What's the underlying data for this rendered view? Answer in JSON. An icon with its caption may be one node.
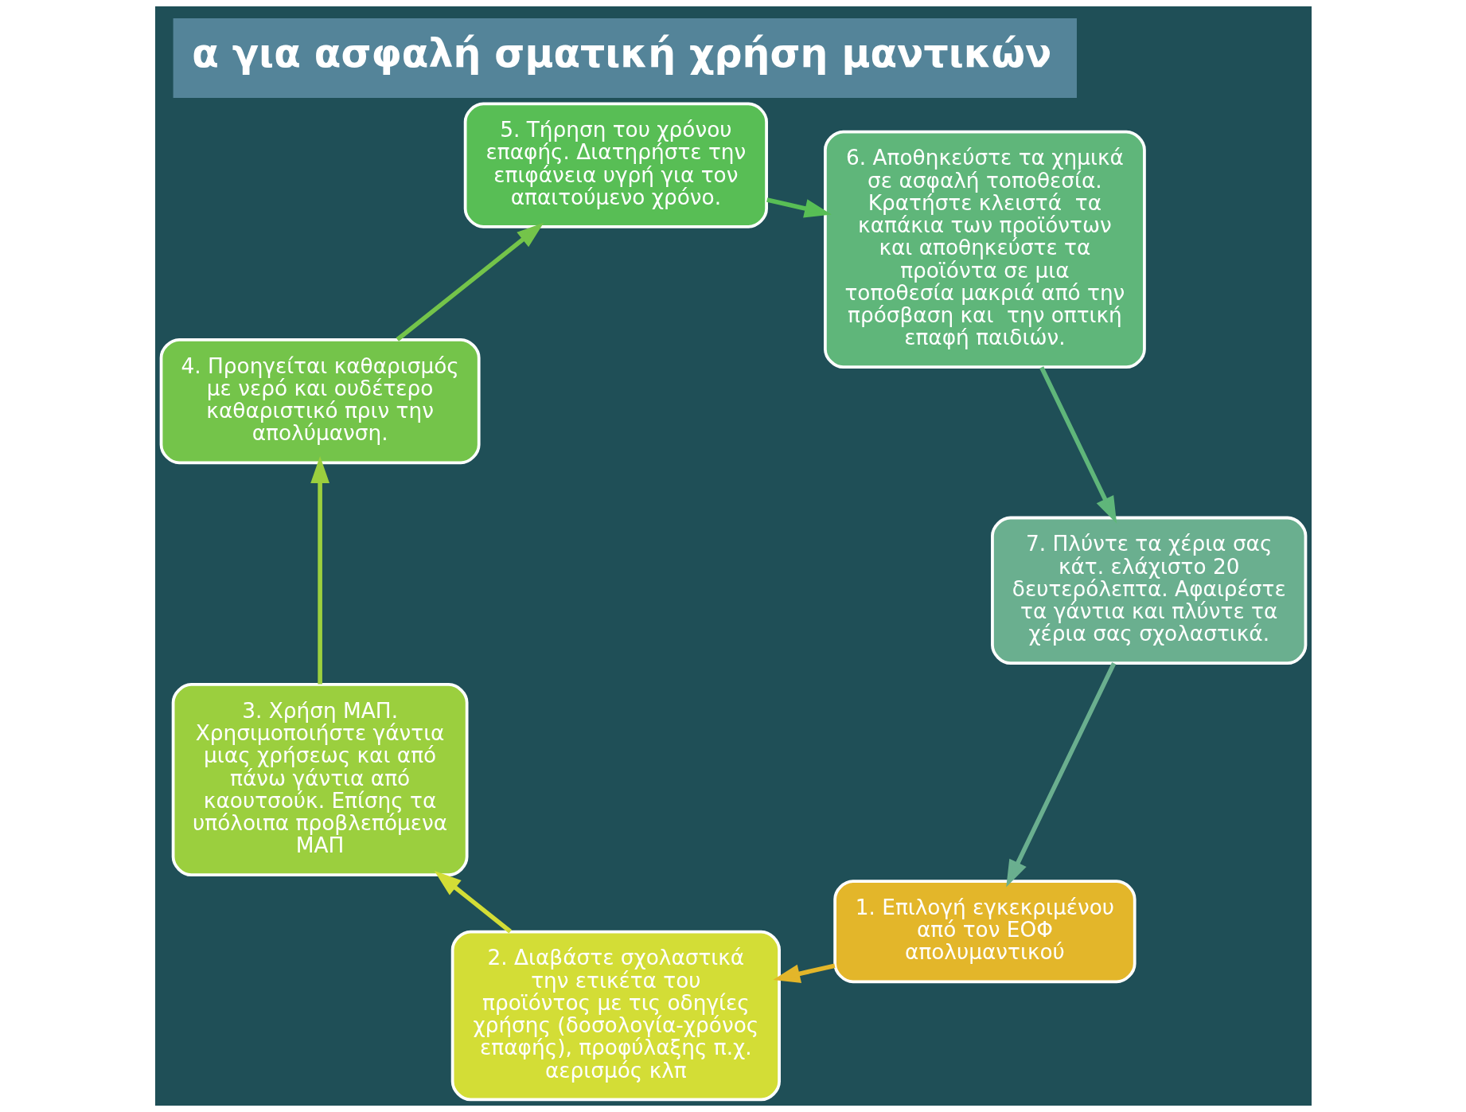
{
  "diagram": {
    "title": "α για ασφαλή σματική χρήση μαντικών",
    "nodes": [
      {
        "text": [
          "1. Επιλογή εγκεκριμένου από τον ΕΟΦ απολυμαντικού"
        ]
      },
      {
        "text": [
          "2. Διαβάστε σχολαστικά την ετικέτα του προϊόντος με τις οδηγίες χρήσης (δοσολογία-χρόνος επαφής), προφύλαξης π.χ. αερισμός κλπ"
        ]
      },
      {
        "text": [
          "3. Χρήση ΜΑΠ. Χρησιμοποιήστε γάντια μιας χρήσεως και από πάνω γάντια από καουτσούκ. Επίσης τα υπόλοιπα προβλεπόμενα ΜΑΠ"
        ]
      },
      {
        "text": [
          "4. Προηγείται καθαρισμός με νερό και ουδέτερο καθαριστικό πριν την απολύμανση."
        ]
      },
      {
        "text": [
          "5. Τήρηση του χρόνου επαφής. Διατηρήστε την επιφάνεια υγρή για τον απαιτούμενο χρόνο."
        ]
      },
      {
        "text": [
          "6. Αποθηκεύστε τα χημικά σε ασφαλή τοποθεσία. Κρατήστε κλειστά  τα καπάκια των προϊόντων και αποθηκεύστε τα προϊόντα σε μια τοποθεσία μακριά από την πρόσβαση και  την οπτική επαφή παιδιών."
        ]
      },
      {
        "text": [
          "7. Πλύντε τα χέρια σας κάτ. ελάχιστο 20 δευτερόλεπτα. Αφαιρέστε τα γάντια και πλύντε τα χέρια σας σχολαστικά."
        ]
      }
    ],
    "edges": [
      {
        "from": 0,
        "to": 1,
        "arrow": "to",
        "color": "#e3b62a"
      },
      {
        "from": 1,
        "to": 2,
        "arrow": "to",
        "color": "#d3dd36"
      },
      {
        "from": 2,
        "to": 3,
        "arrow": "to",
        "color": "#9bcf3e"
      },
      {
        "from": 3,
        "to": 4,
        "arrow": "to",
        "color": "#74c44a"
      },
      {
        "from": 4,
        "to": 5,
        "arrow": "to",
        "color": "#58be55"
      },
      {
        "from": 5,
        "to": 6,
        "arrow": "to",
        "color": "#5fb67a"
      },
      {
        "from": 6,
        "to": 0,
        "arrow": "to",
        "color": "#6aaf8f"
      }
    ]
  }
}
